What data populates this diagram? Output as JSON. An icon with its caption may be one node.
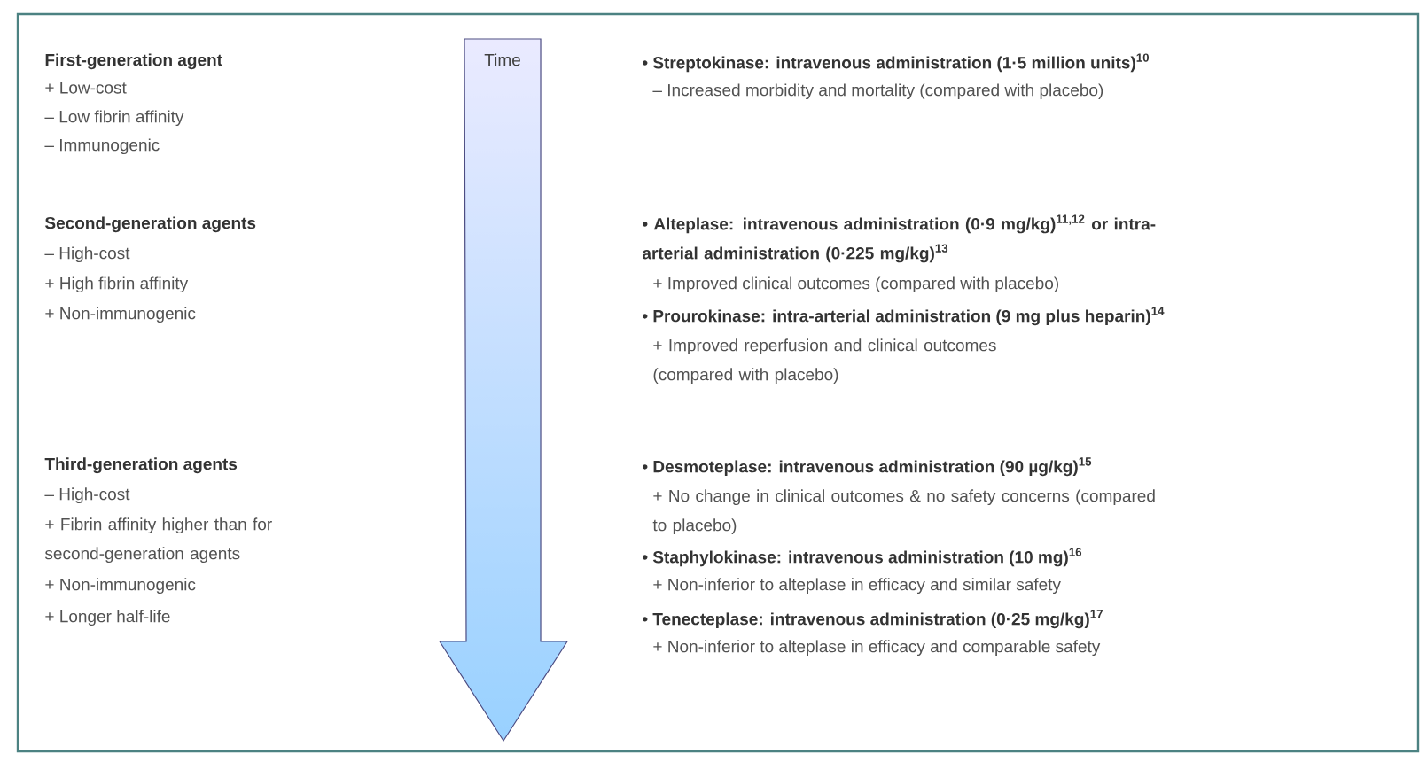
{
  "diagram": {
    "labels": [
      "First-generation agent",
      "+ Low-cost",
      "– Low fibrin affinity",
      "– Immunogenic",
      "Second-generation agents",
      "– High-cost",
      "+ High fibrin affinity",
      "+ Non-immunogenic",
      "Third-generation agents",
      "– High-cost",
      "+ Fibrin affinity higher than for second-generation agents",
      "+ Non-immunogenic",
      "+ Longer half-life",
      "Time",
      "• Streptokinase: intravenous administration (1·5 million units)$^{10}$",
      "– Increased morbidity and mortality (compared with placebo)",
      "• Alteplase: intravenous administration (0·9 mg/kg)$^{11,12}$ or intra-arterial administration (0·225 mg/kg)$^{13}$",
      "+ Improved clinical outcomes (compared with placebo)",
      "• Prourokinase: intra-arterial administration (9 mg plus heparin)$^{14}$",
      "+ Improved reperfusion and clinical outcomes (compared with placebo)",
      "• Desmoteplase: intravenous administration (90 µg/kg)$^{15}$",
      "+ No change in clinical outcomes & no safety concerns (compared to placebo)",
      "• Staphylokinase: intravenous administration (10 mg)$^{16}$",
      "+ Non-inferior to alteplase in efficacy and similar safety",
      "• Tenecteplase: intravenous administration (0·25 mg/kg)$^{17}$",
      "+ Non-inferior to alteplase in efficacy and comparable safety"
    ]
  }
}
